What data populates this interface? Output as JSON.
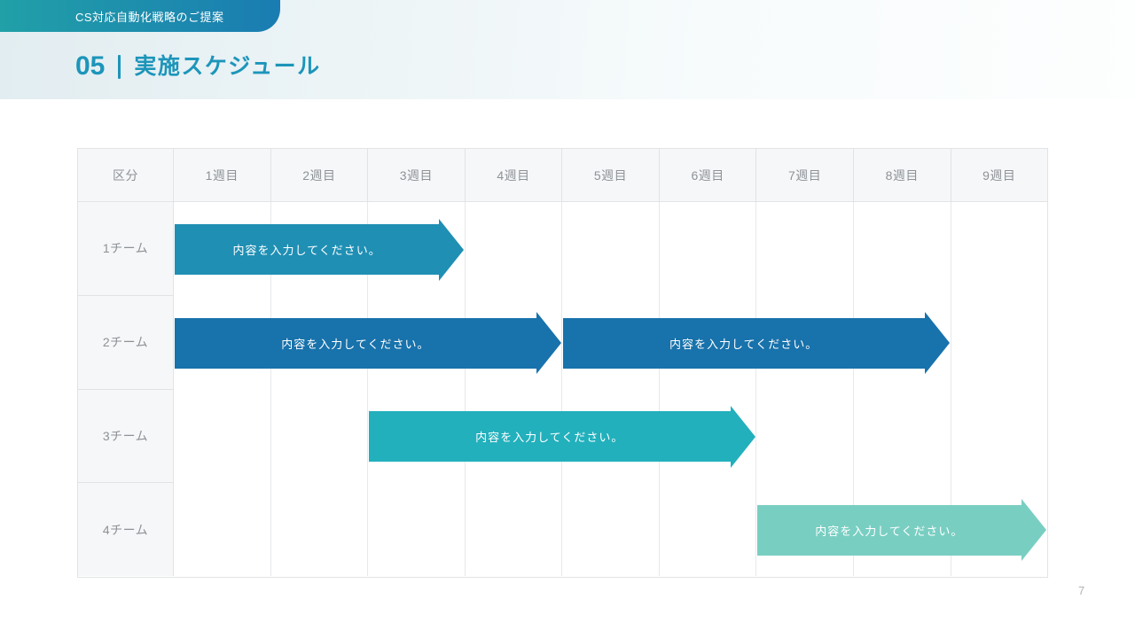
{
  "slide": {
    "ribbon_label": "CS対応自動化戦略のご提案",
    "title_number": "05",
    "title_text": "実施スケジュール",
    "page_number": "7"
  },
  "colors": {
    "title_accent": "#1d95ba",
    "ribbon_gradient_start": "#21a0a8",
    "ribbon_gradient_end": "#1a7cb2",
    "header_background": "#f6f7f8",
    "header_text": "#8d9297",
    "table_border": "#e1e3e5",
    "bar_text": "#ffffff",
    "page_number_text": "#aeb2b5"
  },
  "chart_data": {
    "type": "bar",
    "subtype": "gantt-schedule",
    "title": "実施スケジュール",
    "corner_label": "区分",
    "x_axis": {
      "label": "週",
      "categories": [
        "1週目",
        "2週目",
        "3週目",
        "4週目",
        "5週目",
        "6週目",
        "7週目",
        "8週目",
        "9週目"
      ]
    },
    "y_axis": {
      "label": "区分",
      "categories": [
        "1チーム",
        "2チーム",
        "3チーム",
        "4チーム"
      ]
    },
    "series": [
      {
        "row": "1チーム",
        "bars": [
          {
            "label": "内容を入力してください。",
            "start_week": 1,
            "end_week": 3,
            "color": "#1f8fb4"
          }
        ]
      },
      {
        "row": "2チーム",
        "bars": [
          {
            "label": "内容を入力してください。",
            "start_week": 1,
            "end_week": 4,
            "color": "#1872ab"
          },
          {
            "label": "内容を入力してください。",
            "start_week": 5,
            "end_week": 8,
            "color": "#1872ab"
          }
        ]
      },
      {
        "row": "3チーム",
        "bars": [
          {
            "label": "内容を入力してください。",
            "start_week": 3,
            "end_week": 6,
            "color": "#22b0bc"
          }
        ]
      },
      {
        "row": "4チーム",
        "bars": [
          {
            "label": "内容を入力してください。",
            "start_week": 7,
            "end_week": 9,
            "color": "#79cec2"
          }
        ]
      }
    ],
    "grid": "vertical-only",
    "legend": "none"
  }
}
